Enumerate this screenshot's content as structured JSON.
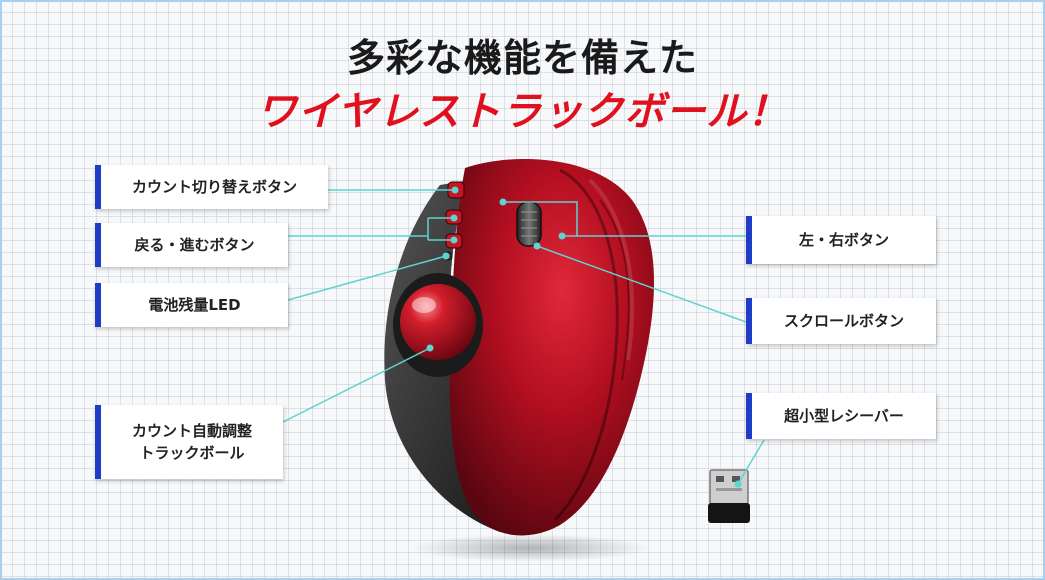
{
  "headline": {
    "line1": "多彩な機能を備えた",
    "line2": "ワイヤレストラックボール！"
  },
  "callouts": {
    "count_switch": "カウント切り替えボタン",
    "back_forward": "戻る・進むボタン",
    "battery_led": "電池残量LED",
    "trackball_line1": "カウント自動調整",
    "trackball_line2": "トラックボール",
    "left_right": "左・右ボタン",
    "scroll": "スクロールボタン",
    "receiver": "超小型レシーバー"
  },
  "colors": {
    "accent_red": "#e0101e",
    "callout_bar": "#1e3cc8",
    "leader_line": "#5fd3d0",
    "mouse_red": "#b0101e"
  },
  "icons": {
    "mouse": "trackball-mouse-image",
    "receiver": "usb-receiver-image"
  }
}
